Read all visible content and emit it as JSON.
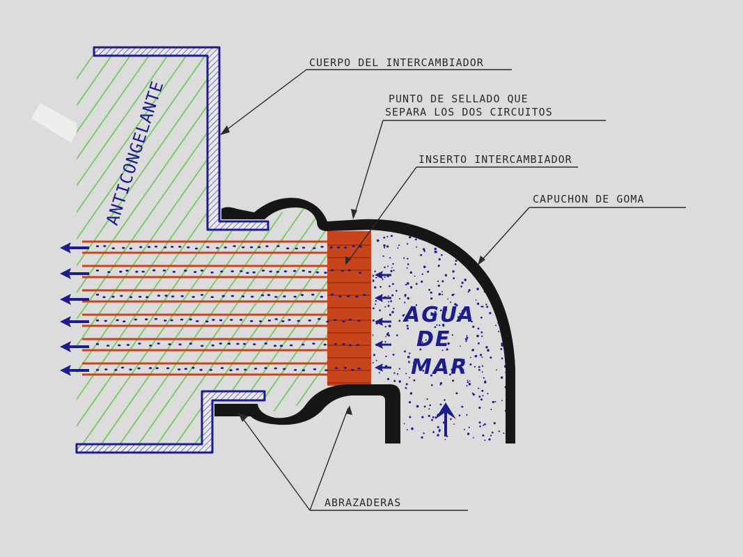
{
  "colors": {
    "paper": "#dcdcdc",
    "ink_blue": "#1c1c8c",
    "rubber_black": "#161616",
    "copper": "#c8441a",
    "copper_dark": "#a8320e",
    "hatch_green": "#7fc96a",
    "label_ink": "#2a2a2a",
    "tape": "#eeeeec"
  },
  "labels": {
    "cuerpo": "CUERPO DEL INTERCAMBIADOR",
    "punto_line1": "PUNTO DE SELLADO QUE",
    "punto_line2": "SEPARA LOS DOS CIRCUITOS",
    "inserto": "INSERTO INTERCAMBIADOR",
    "capuchon": "CAPUCHON DE GOMA",
    "abrazaderas": "ABRAZADERAS"
  },
  "regions": {
    "anticongelante": "ANTICONGELANTE",
    "agua_line1": "AGUA",
    "agua_line2": "DE",
    "agua_line3": "MAR"
  },
  "icons": {
    "flow_arrows": "arrow-left-icon",
    "inflow_arrows": "arrow-left-small-icon",
    "up_arrow": "arrow-up-icon"
  }
}
